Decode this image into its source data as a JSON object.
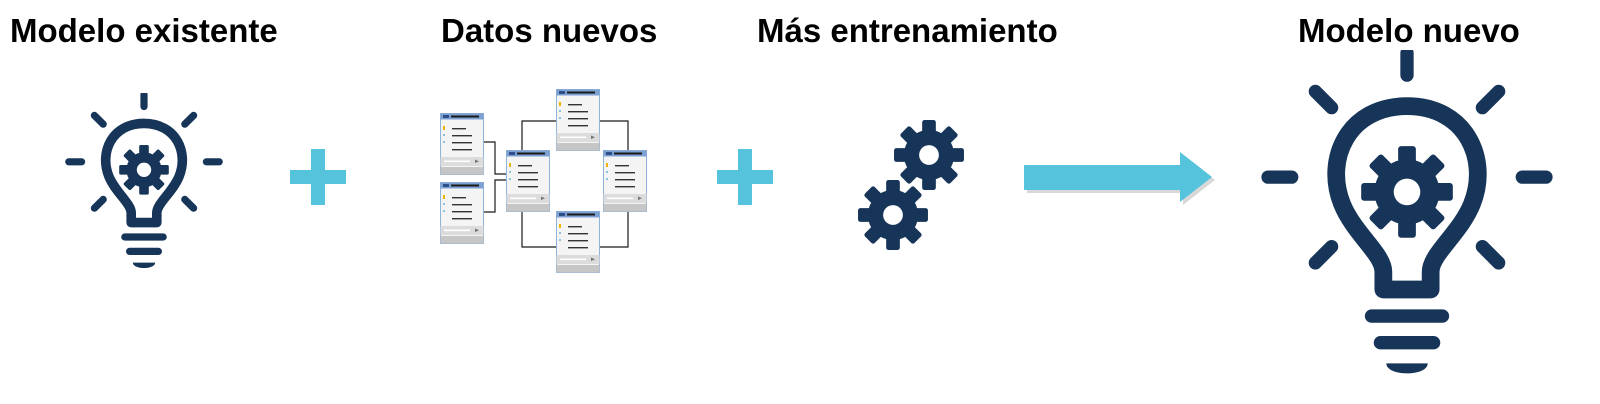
{
  "steps": [
    {
      "title": "Modelo existente",
      "icon": "lightbulb-gear-icon"
    },
    {
      "title": "Datos nuevos",
      "icon": "database-schema-icon"
    },
    {
      "title": "Más entrenamiento",
      "icon": "gears-icon"
    },
    {
      "title": "Modelo nuevo",
      "icon": "lightbulb-gear-icon"
    }
  ],
  "colors": {
    "icon": "#163558",
    "plus": "#55c3dc",
    "arrow": "#55c3dc",
    "table_header": "#7da0d3",
    "table_body": "#f4f4f4",
    "table_footer": "#c6c6c6",
    "table_key": "#f0b400"
  }
}
